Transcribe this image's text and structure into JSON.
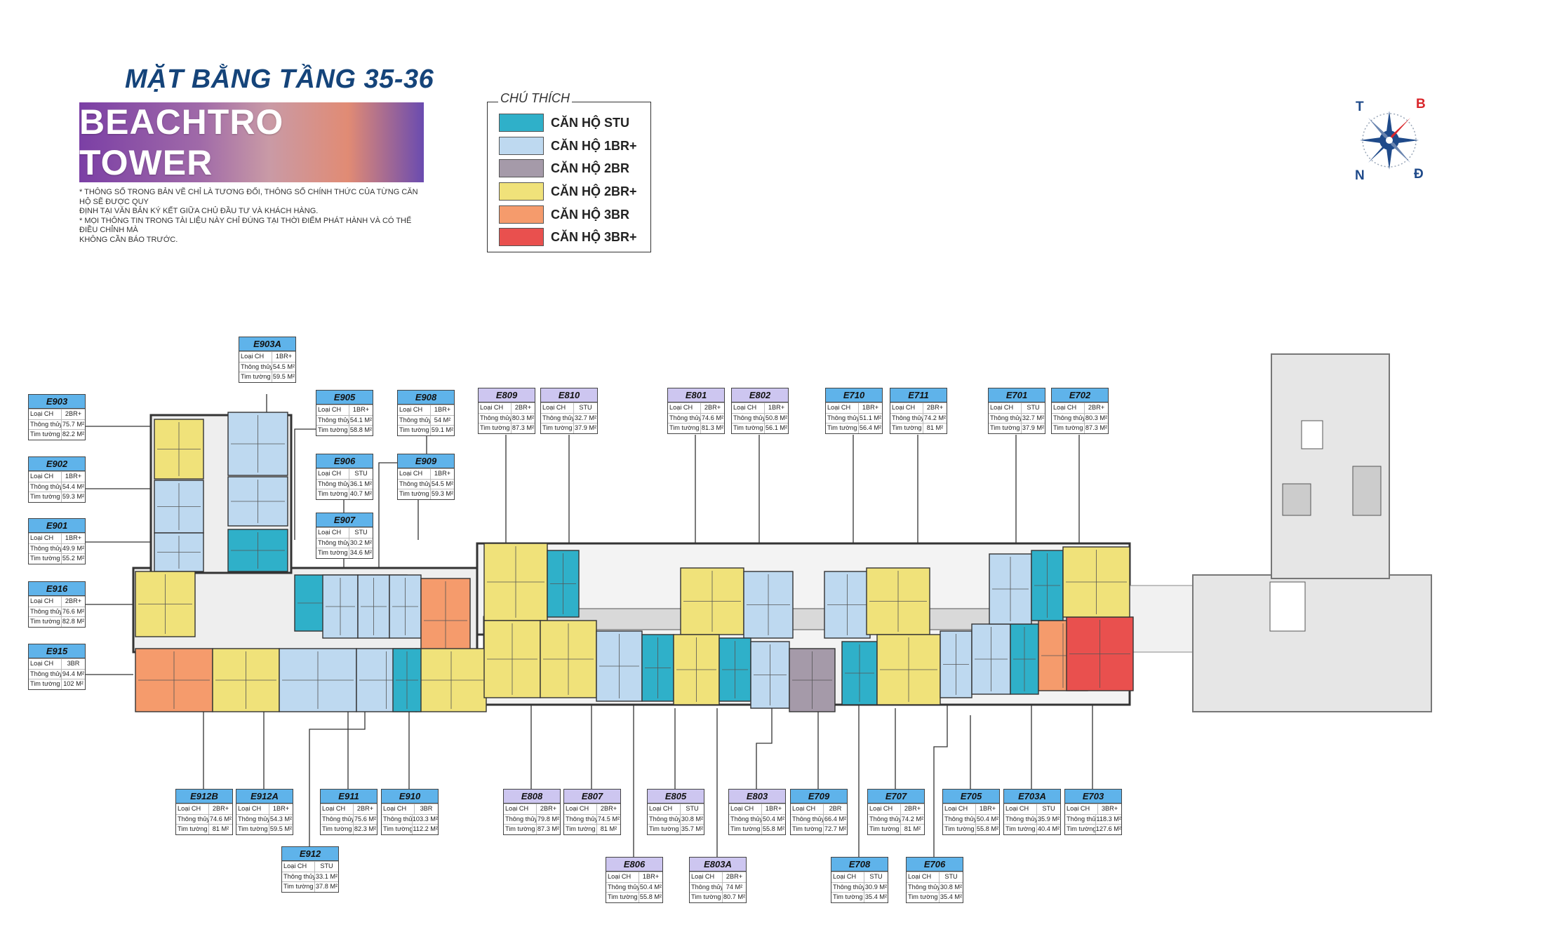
{
  "header": {
    "title": "MẶT BẰNG TẦNG 35-36",
    "brand": "BEACHTRO TOWER"
  },
  "disclaimer": [
    "* THÔNG SỐ TRONG BẢN VẼ CHỈ LÀ TƯƠNG ĐỐI, THÔNG SỐ CHÍNH THỨC CỦA TỪNG CĂN HỘ SẼ ĐƯỢC QUY",
    "ĐỊNH TẠI VĂN BẢN KÝ KẾT  GIỮA CHỦ ĐẦU TƯ VÀ KHÁCH HÀNG.",
    "* MỌI THÔNG TIN TRONG TÀI LIỆU NÀY CHỈ ĐÚNG TẠI THỜI ĐIỂM PHÁT HÀNH VÀ CÓ THỂ ĐIỀU CHỈNH MÀ",
    "KHÔNG CẦN BÁO TRƯỚC."
  ],
  "legend": {
    "title": "CHÚ THÍCH",
    "items": [
      {
        "label": "CĂN HỘ STU",
        "color": "#2fb0c9"
      },
      {
        "label": "CĂN HỘ 1BR+",
        "color": "#bed9f0"
      },
      {
        "label": "CĂN HỘ 2BR",
        "color": "#a59aa9"
      },
      {
        "label": "CĂN HỘ 2BR+",
        "color": "#f0e27a"
      },
      {
        "label": "CĂN HỘ 3BR",
        "color": "#f59b6c"
      },
      {
        "label": "CĂN HỘ 3BR+",
        "color": "#e9504e"
      }
    ]
  },
  "compass": {
    "n": "T",
    "e": "B",
    "s": "Đ",
    "w": "N"
  },
  "card_labels": {
    "type": "Loại CH",
    "net": "Thông thủy",
    "gross": "Tim tường"
  },
  "units": [
    {
      "id": "E903A",
      "type": "1BR+",
      "net": "54.5 M²",
      "gross": "59.5 M²"
    },
    {
      "id": "E903",
      "type": "2BR+",
      "net": "75.7 M²",
      "gross": "82.2 M²"
    },
    {
      "id": "E902",
      "type": "1BR+",
      "net": "54.4 M²",
      "gross": "59.3 M²"
    },
    {
      "id": "E901",
      "type": "1BR+",
      "net": "49.9 M²",
      "gross": "55.2 M²"
    },
    {
      "id": "E916",
      "type": "2BR+",
      "net": "76.6 M²",
      "gross": "82.8 M²"
    },
    {
      "id": "E915",
      "type": "3BR",
      "net": "94.4 M²",
      "gross": "102 M²"
    },
    {
      "id": "E905",
      "type": "1BR+",
      "net": "54.1 M²",
      "gross": "58.8 M²"
    },
    {
      "id": "E908",
      "type": "1BR+",
      "net": "54 M²",
      "gross": "59.1 M²"
    },
    {
      "id": "E906",
      "type": "STU",
      "net": "36.1 M²",
      "gross": "40.7 M²"
    },
    {
      "id": "E909",
      "type": "1BR+",
      "net": "54.5 M²",
      "gross": "59.3 M²"
    },
    {
      "id": "E907",
      "type": "STU",
      "net": "30.2 M²",
      "gross": "34.6 M²"
    },
    {
      "id": "E809",
      "type": "2BR+",
      "net": "80.3 M²",
      "gross": "87.3 M²"
    },
    {
      "id": "E810",
      "type": "STU",
      "net": "32.7 M²",
      "gross": "37.9 M²"
    },
    {
      "id": "E801",
      "type": "2BR+",
      "net": "74.6 M²",
      "gross": "81.3 M²"
    },
    {
      "id": "E802",
      "type": "1BR+",
      "net": "50.8 M²",
      "gross": "56.1 M²"
    },
    {
      "id": "E710",
      "type": "1BR+",
      "net": "51.1 M²",
      "gross": "56.4 M²"
    },
    {
      "id": "E711",
      "type": "2BR+",
      "net": "74.2 M²",
      "gross": "81 M²"
    },
    {
      "id": "E701",
      "type": "STU",
      "net": "32.7 M²",
      "gross": "37.9 M²"
    },
    {
      "id": "E702",
      "type": "2BR+",
      "net": "80.3 M²",
      "gross": "87.3 M²"
    },
    {
      "id": "E912B",
      "type": "2BR+",
      "net": "74.6 M²",
      "gross": "81 M²"
    },
    {
      "id": "E912A",
      "type": "1BR+",
      "net": "54.3 M²",
      "gross": "59.5 M²"
    },
    {
      "id": "E911",
      "type": "2BR+",
      "net": "75.6 M²",
      "gross": "82.3 M²"
    },
    {
      "id": "E910",
      "type": "3BR",
      "net": "103.3 M²",
      "gross": "112.2 M²"
    },
    {
      "id": "E912",
      "type": "STU",
      "net": "33.1 M²",
      "gross": "37.8 M²"
    },
    {
      "id": "E808",
      "type": "2BR+",
      "net": "79.8 M²",
      "gross": "87.3 M²"
    },
    {
      "id": "E807",
      "type": "2BR+",
      "net": "74.5 M²",
      "gross": "81 M²"
    },
    {
      "id": "E805",
      "type": "STU",
      "net": "30.8 M²",
      "gross": "35.7 M²"
    },
    {
      "id": "E803",
      "type": "1BR+",
      "net": "50.4 M²",
      "gross": "55.8 M²"
    },
    {
      "id": "E709",
      "type": "2BR",
      "net": "66.4 M²",
      "gross": "72.7 M²"
    },
    {
      "id": "E707",
      "type": "2BR+",
      "net": "74.2 M²",
      "gross": "81 M²"
    },
    {
      "id": "E705",
      "type": "1BR+",
      "net": "50.4 M²",
      "gross": "55.8 M²"
    },
    {
      "id": "E703A",
      "type": "STU",
      "net": "35.9 M²",
      "gross": "40.4 M²"
    },
    {
      "id": "E703",
      "type": "3BR+",
      "net": "118.3 M²",
      "gross": "127.6 M²"
    },
    {
      "id": "E806",
      "type": "1BR+",
      "net": "50.4 M²",
      "gross": "55.8 M²"
    },
    {
      "id": "E803A",
      "type": "2BR+",
      "net": "74 M²",
      "gross": "80.7 M²"
    },
    {
      "id": "E708",
      "type": "STU",
      "net": "30.9 M²",
      "gross": "35.4 M²"
    },
    {
      "id": "E706",
      "type": "STU",
      "net": "30.8 M²",
      "gross": "35.4 M²"
    }
  ]
}
